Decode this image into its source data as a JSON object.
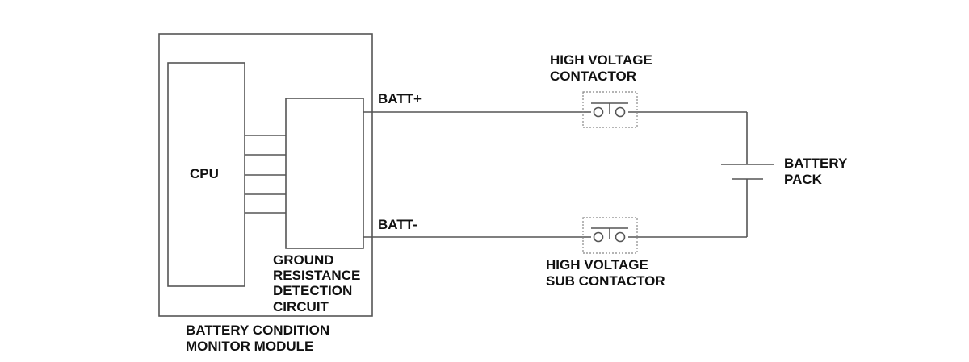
{
  "diagram": {
    "module_label": [
      "BATTERY CONDITION",
      "MONITOR MODULE"
    ],
    "cpu_label": "CPU",
    "detection_label": [
      "GROUND",
      "RESISTANCE",
      "DETECTION",
      "CIRCUIT"
    ],
    "batt_plus": "BATT+",
    "batt_minus": "BATT-",
    "contactor_top_label": [
      "HIGH VOLTAGE",
      "CONTACTOR"
    ],
    "contactor_bottom_label": [
      "HIGH VOLTAGE",
      "SUB CONTACTOR"
    ],
    "battery_label": [
      "BATTERY",
      "PACK"
    ],
    "colors": {
      "line": "#555555",
      "text": "#111111",
      "dashed": "#888888"
    }
  }
}
